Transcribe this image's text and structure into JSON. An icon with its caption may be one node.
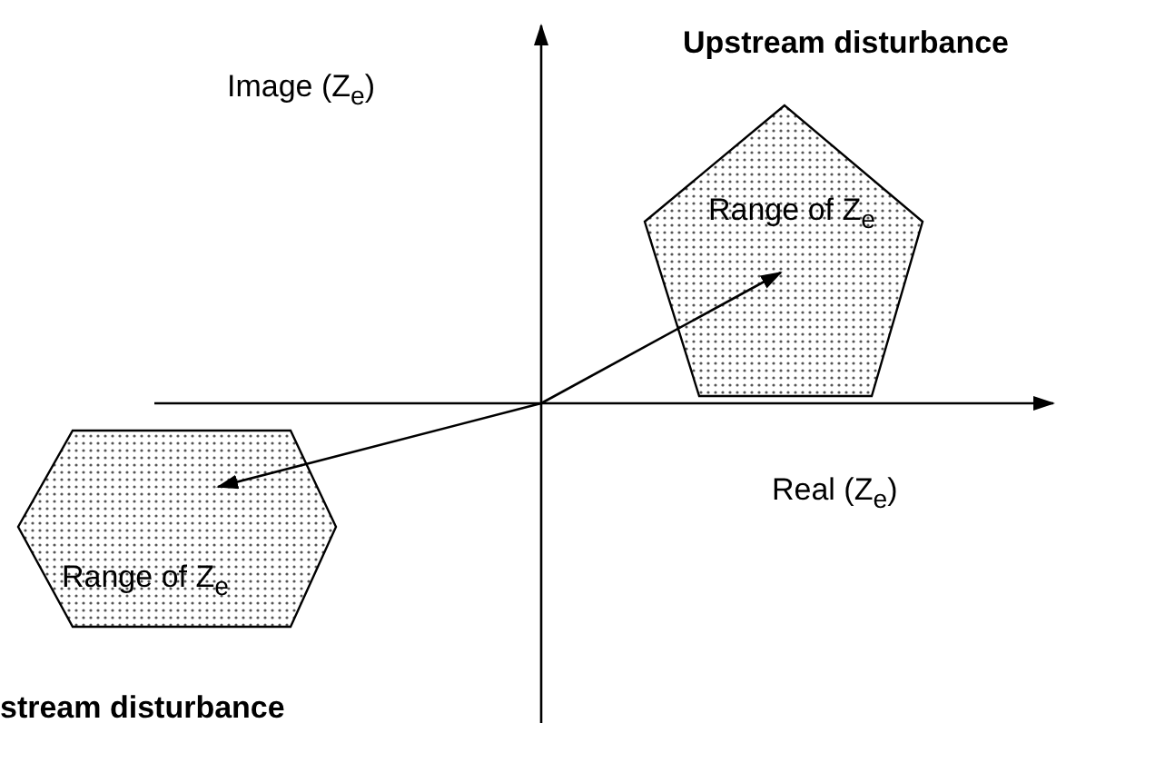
{
  "diagram": {
    "nodes": [
      {
        "text": [
          "Upstream disturbance",
          "Range of Z$_{e}$"
        ]
      },
      {
        "text": [
          "Range of Z$_{e}$",
          "stream disturbance"
        ]
      }
    ],
    "edges": [
      {
        "from": null,
        "to": 0,
        "arrow": "to"
      },
      {
        "from": null,
        "to": 1,
        "arrow": "to"
      }
    ],
    "labels": [
      "Image (Z$_{e}$)",
      "Real (Z$_{e}$)"
    ]
  }
}
